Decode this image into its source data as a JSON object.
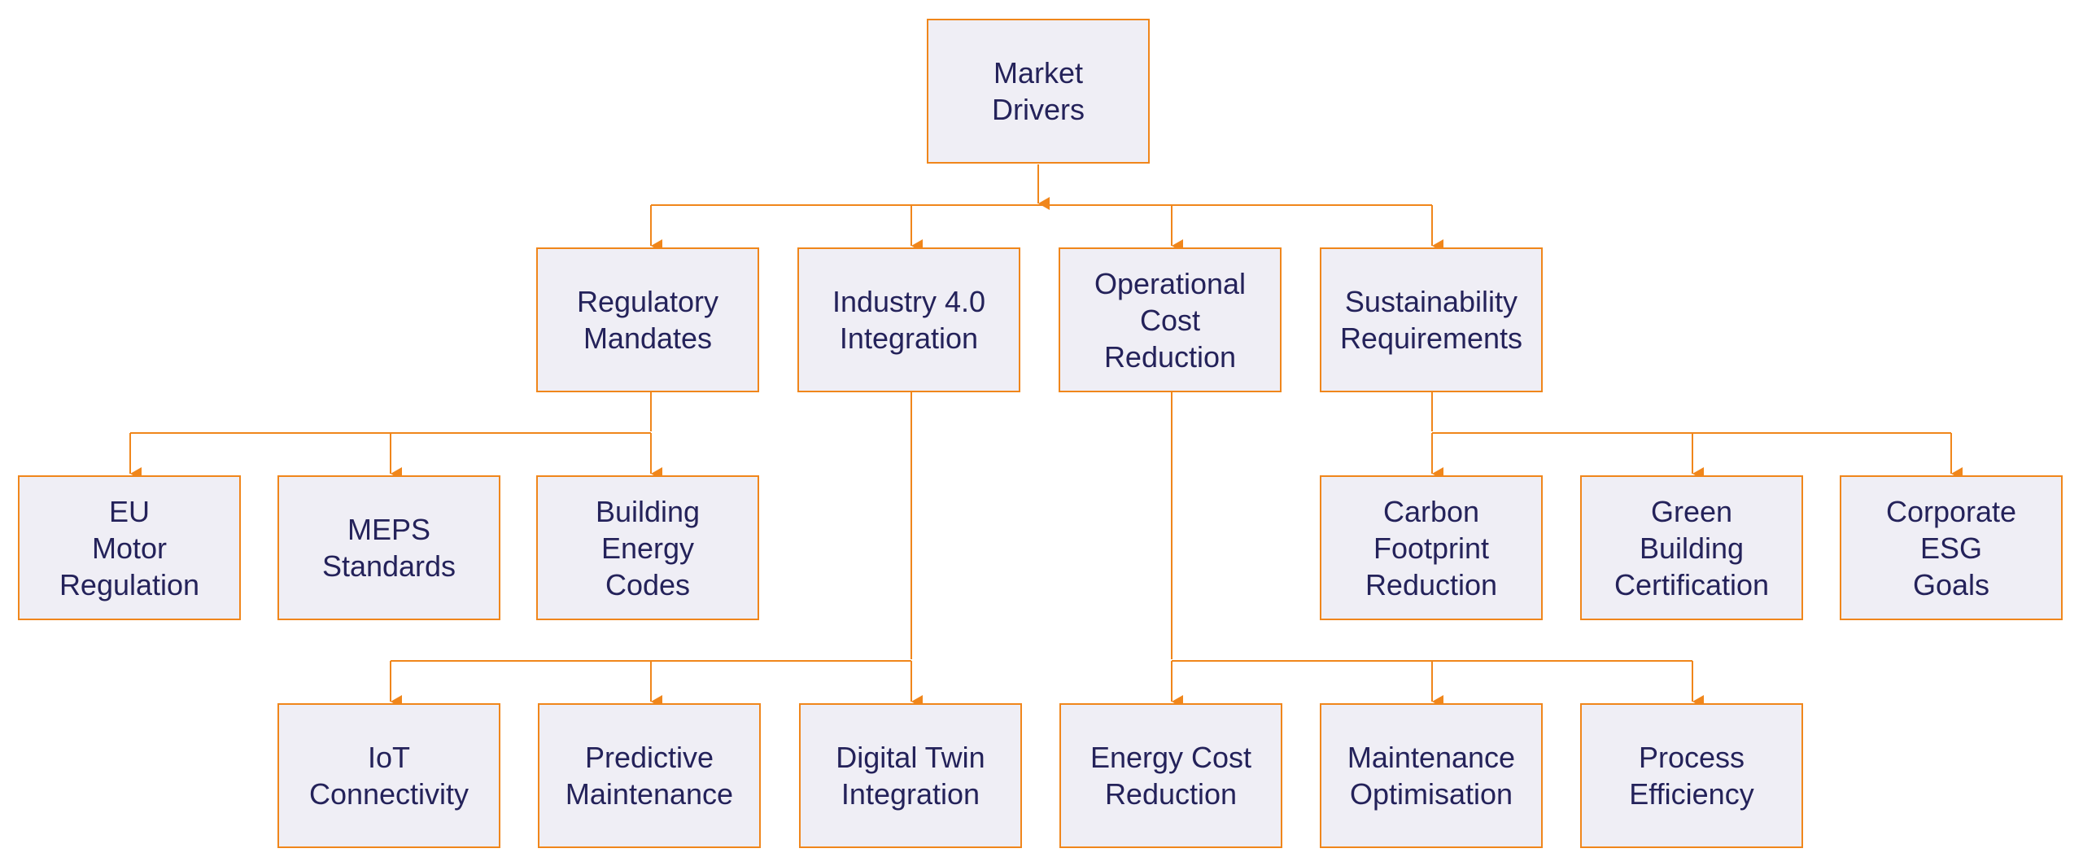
{
  "diagram": {
    "root": "Market\nDrivers",
    "categories": {
      "regulatory": "Regulatory\nMandates",
      "industry40": "Industry 4.0\nIntegration",
      "operational": "Operational\nCost\nReduction",
      "sustainability": "Sustainability\nRequirements"
    },
    "regulatory_items": {
      "eu_motor": "EU\nMotor\nRegulation",
      "meps": "MEPS\nStandards",
      "building_codes": "Building\nEnergy\nCodes"
    },
    "sustainability_items": {
      "carbon": "Carbon\nFootprint\nReduction",
      "green_building": "Green\nBuilding\nCertification",
      "esg": "Corporate\nESG\nGoals"
    },
    "industry40_items": {
      "iot": "IoT\nConnectivity",
      "predictive": "Predictive\nMaintenance",
      "digital_twin": "Digital Twin\nIntegration"
    },
    "operational_items": {
      "energy_cost": "Energy Cost\nReduction",
      "maintenance_opt": "Maintenance\nOptimisation",
      "process_eff": "Process\nEfficiency"
    },
    "colors": {
      "border": "#f0861b",
      "connector": "#f0861b",
      "fill": "#efeef5",
      "text": "#24225a"
    }
  }
}
